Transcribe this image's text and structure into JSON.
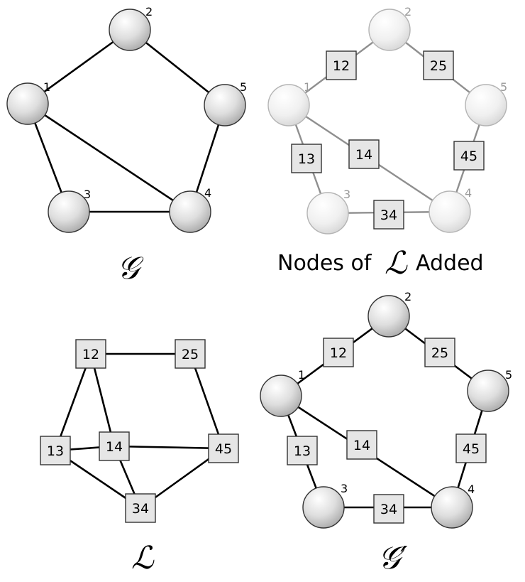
{
  "panels": {
    "g": {
      "caption": "𝒢",
      "nodes": [
        {
          "id": "1",
          "label": "1"
        },
        {
          "id": "2",
          "label": "2"
        },
        {
          "id": "3",
          "label": "3"
        },
        {
          "id": "4",
          "label": "4"
        },
        {
          "id": "5",
          "label": "5"
        }
      ],
      "edges": [
        [
          "1",
          "2"
        ],
        [
          "2",
          "5"
        ],
        [
          "1",
          "3"
        ],
        [
          "1",
          "4"
        ],
        [
          "3",
          "4"
        ],
        [
          "4",
          "5"
        ]
      ]
    },
    "added": {
      "caption_prefix": "Nodes of",
      "caption_symbol": "ℒ",
      "caption_suffix": "Added",
      "boxes": [
        {
          "id": "12",
          "label": "12"
        },
        {
          "id": "25",
          "label": "25"
        },
        {
          "id": "13",
          "label": "13"
        },
        {
          "id": "14",
          "label": "14"
        },
        {
          "id": "45",
          "label": "45"
        },
        {
          "id": "34",
          "label": "34"
        }
      ]
    },
    "l": {
      "caption": "ℒ",
      "nodes": [
        {
          "id": "12",
          "label": "12"
        },
        {
          "id": "25",
          "label": "25"
        },
        {
          "id": "13",
          "label": "13"
        },
        {
          "id": "14",
          "label": "14"
        },
        {
          "id": "45",
          "label": "45"
        },
        {
          "id": "34",
          "label": "34"
        }
      ],
      "edges": [
        [
          "12",
          "25"
        ],
        [
          "12",
          "13"
        ],
        [
          "12",
          "14"
        ],
        [
          "13",
          "14"
        ],
        [
          "14",
          "45"
        ],
        [
          "13",
          "34"
        ],
        [
          "14",
          "34"
        ],
        [
          "34",
          "45"
        ],
        [
          "25",
          "45"
        ]
      ]
    },
    "gprime": {
      "caption": "𝒢′"
    }
  },
  "colors": {
    "node_fill_light": "#ffffff",
    "node_fill_dark": "#a9a9a9",
    "box_fill": "#e6e6e6",
    "faded_edge": "#8f8f8f"
  }
}
